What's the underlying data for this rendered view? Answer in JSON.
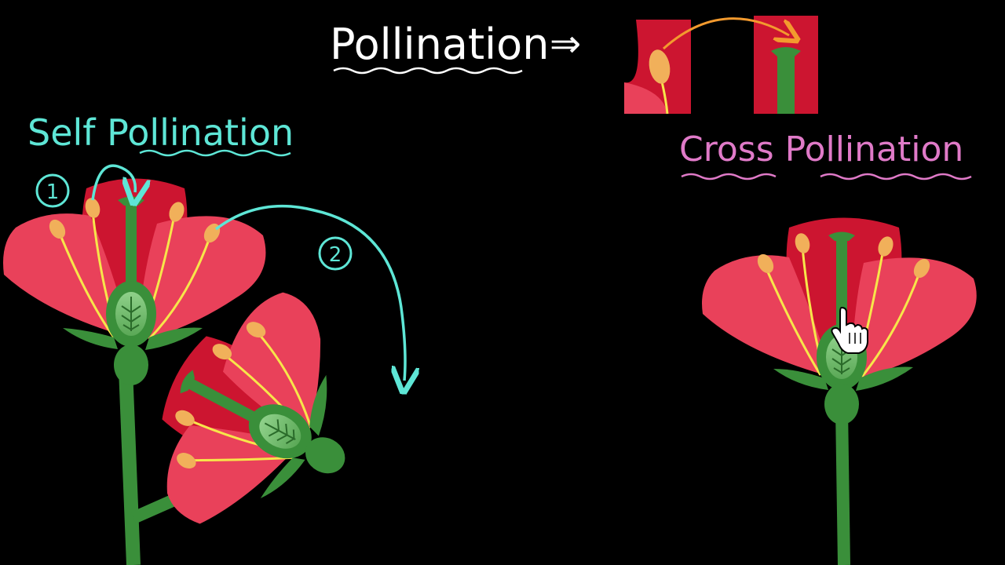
{
  "title": "Pollination",
  "title_arrow": "⇒",
  "left_heading": "Self Pollination",
  "right_heading": "Cross Pollination",
  "step_one": "1",
  "step_two": "2",
  "colors": {
    "background": "#000000",
    "self_text": "#5ee6d6",
    "cross_text": "#e07ac8",
    "title_text": "#ffffff",
    "petal_light": "#e9415a",
    "petal_dark": "#cc1530",
    "stem": "#3a8f3a",
    "stem_dark": "#2a6b2a",
    "filament": "#f7e64a",
    "anther": "#f1b05a",
    "transfer_arrow": "#f39a2e"
  },
  "icons": [
    "hand-pointer-icon",
    "arrow-right-double-icon"
  ]
}
